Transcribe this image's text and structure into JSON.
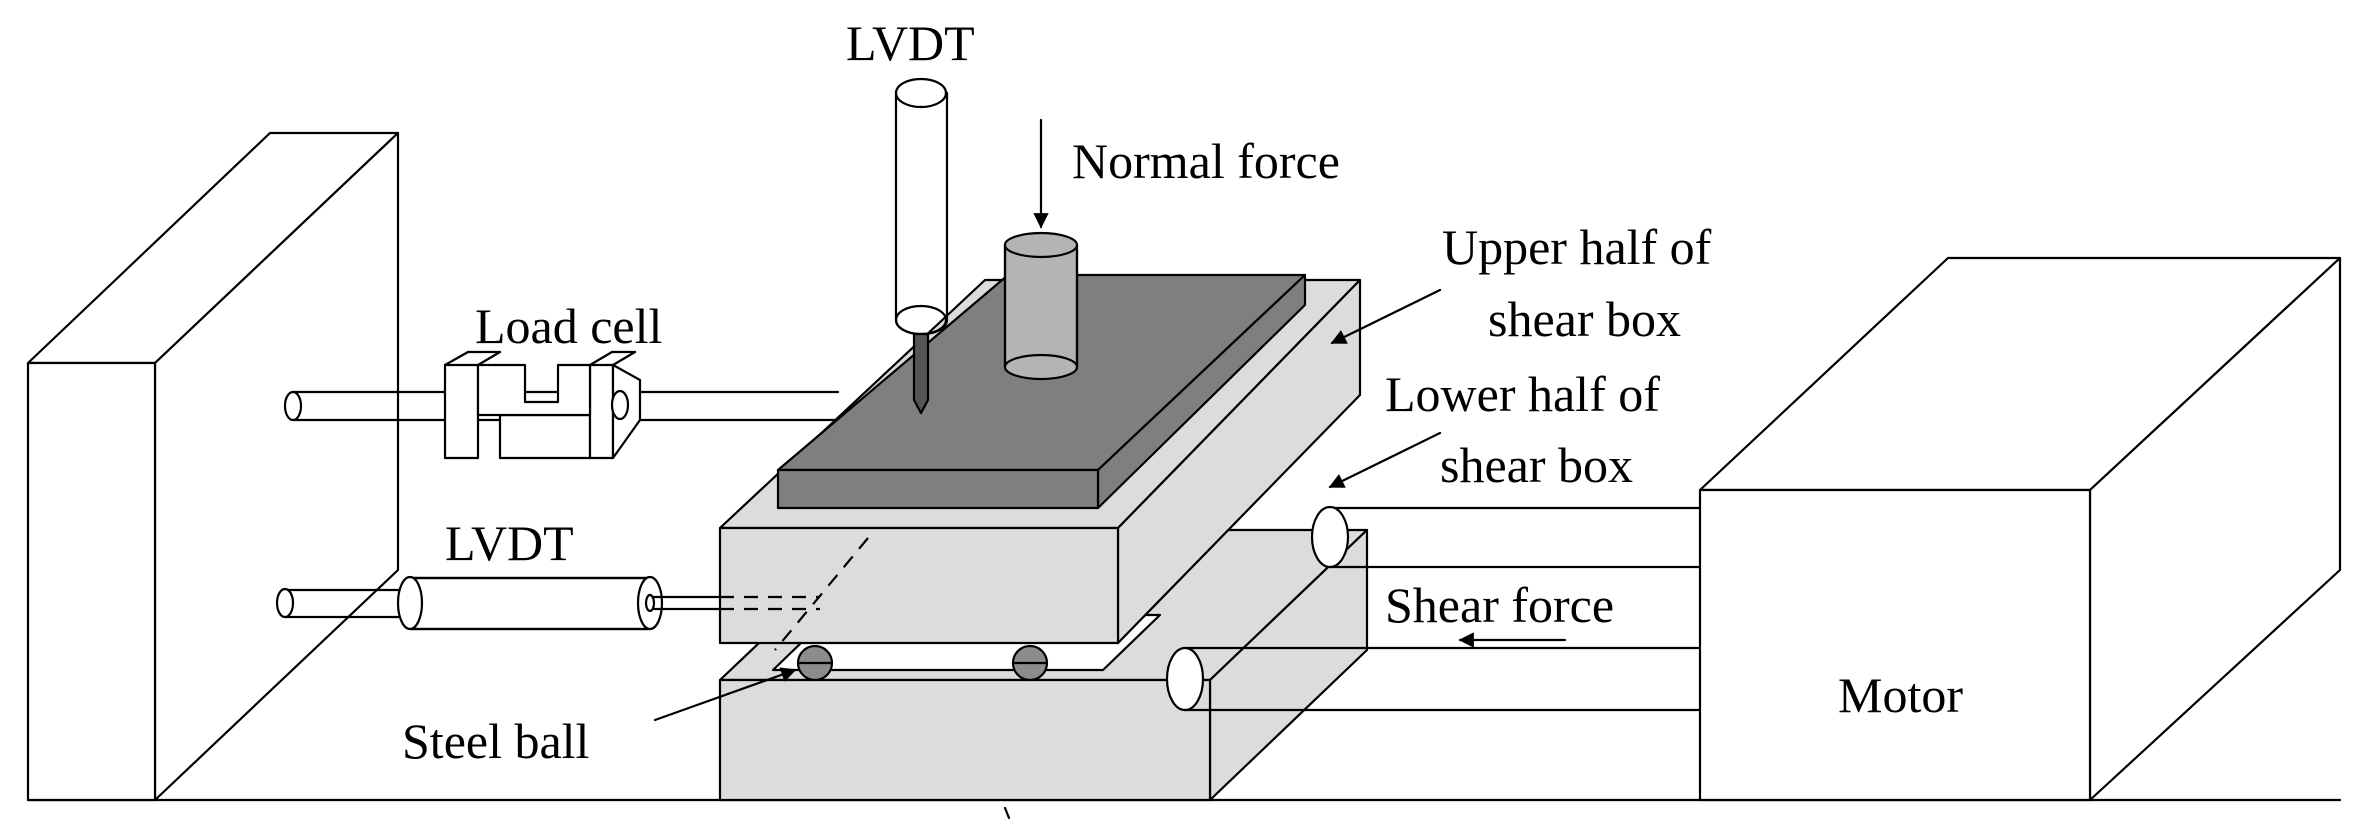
{
  "diagram": {
    "labels": {
      "lvdt_top": "LVDT",
      "normal_force": "Normal force",
      "upper_half_line1": "Upper half of",
      "upper_half_line2": "shear box",
      "lower_half_line1": "Lower half of",
      "lower_half_line2": "shear box",
      "load_cell": "Load cell",
      "lvdt_side": "LVDT",
      "shear_force": "Shear force",
      "steel_ball": "Steel ball",
      "motor": "Motor"
    },
    "colors": {
      "box_fill": "#dcdcdc",
      "plate_fill": "#7f7f7f",
      "cylinder_fill": "#b4b4b4",
      "ball_fill": "#8c8c8c",
      "line": "#000000",
      "background": "#ffffff"
    }
  }
}
